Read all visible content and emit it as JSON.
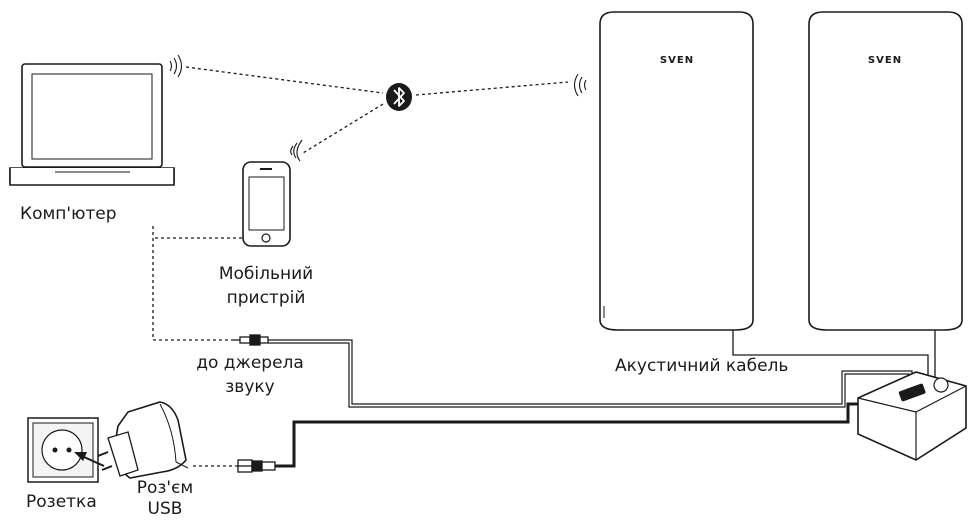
{
  "labels": {
    "computer": "Комп'ютер",
    "mobile_line1": "Мобільний",
    "mobile_line2": "пристрій",
    "audio_source_line1": "до джерела",
    "audio_source_line2": "звуку",
    "speaker_cable": "Акустичний кабель",
    "socket": "Розетка",
    "usb_line1": "Роз'єм",
    "usb_line2": "USB"
  },
  "brand": "SVEN",
  "icons": [
    "laptop-icon",
    "smartphone-icon",
    "bluetooth-icon",
    "wall-socket-icon",
    "usb-power-adapter-icon",
    "audio-jack-icon",
    "usb-plug-icon",
    "speaker-icon",
    "wireless-receiver-icon",
    "wireless-signal-icon"
  ],
  "colors": {
    "line": "#1a1a1a",
    "background": "#ffffff",
    "device_fill": "#ffffff",
    "socket_face": "#f4f4f4"
  }
}
